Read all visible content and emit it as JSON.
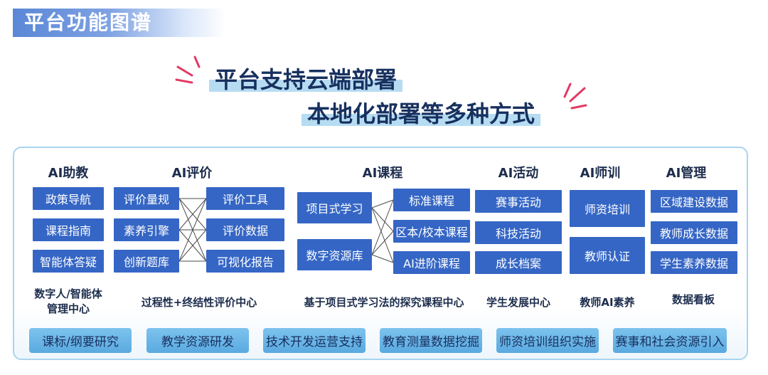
{
  "header": {
    "title": "平台功能图谱"
  },
  "headline": {
    "line1": "平台支持云端部署",
    "line2": "本地化部署等多种方式"
  },
  "categories": {
    "ai_teaching": {
      "title": "AI助教",
      "items": [
        "政策导航",
        "课程指南",
        "智能体答疑"
      ],
      "caption_line1": "数字人/智能体",
      "caption_line2": "管理中心"
    },
    "ai_evaluation": {
      "title": "AI评价",
      "left_items": [
        "评价量规",
        "素养引擎",
        "创新题库"
      ],
      "right_items": [
        "评价工具",
        "评价数据",
        "可视化报告"
      ],
      "caption": "过程性+终结性评价中心"
    },
    "ai_course": {
      "title": "AI课程",
      "left_items": [
        "项目式学习",
        "数字资源库"
      ],
      "right_items": [
        "标准课程",
        "区本/校本课程",
        "AI进阶课程"
      ],
      "caption": "基于项目式学习法的探究课程中心"
    },
    "ai_activity": {
      "title": "AI活动",
      "items": [
        "赛事活动",
        "科技活动",
        "成长档案"
      ],
      "caption": "学生发展中心"
    },
    "ai_training": {
      "title": "AI师训",
      "items": [
        "师资培训",
        "教师认证"
      ],
      "caption": "教师AI素养"
    },
    "ai_management": {
      "title": "AI管理",
      "items": [
        "区域建设数据",
        "教师成长数据",
        "学生素养数据"
      ],
      "caption": "数据看板"
    }
  },
  "bottom_bar": [
    "课标/纲要研究",
    "教学资源研发",
    "技术开发运营支持",
    "教育测量数据挖掘",
    "师资培训组织实施",
    "赛事和社会资源引入"
  ]
}
